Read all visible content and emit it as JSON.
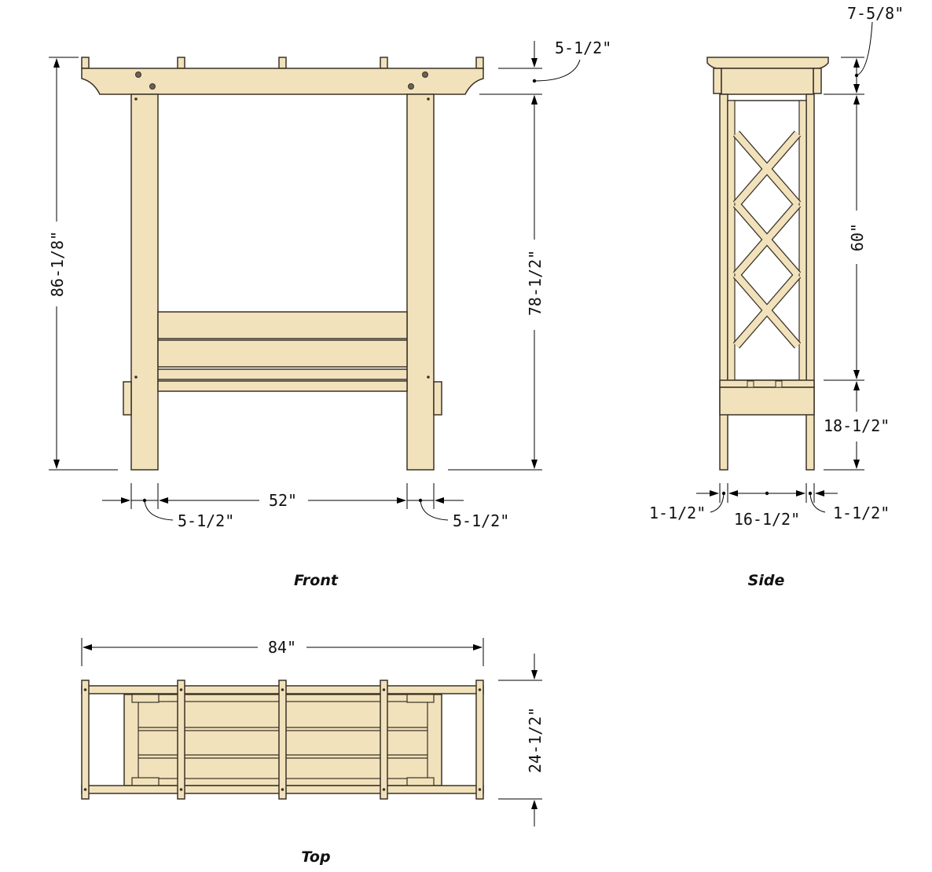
{
  "diagram": {
    "colors": {
      "wood": "#f1e2bc",
      "wood_light": "#f6ecd2",
      "outline": "#3a3327",
      "dimension_line": "#000000"
    },
    "views": {
      "front": {
        "title": "Front",
        "dim_overall_height": "86-1/8\"",
        "dim_post_height": "78-1/2\"",
        "dim_beam_depth": "5-1/2\"",
        "dim_inner_width": "52\"",
        "dim_post_left": "5-1/2\"",
        "dim_post_right": "5-1/2\""
      },
      "side": {
        "title": "Side",
        "dim_beam": "7-5/8\"",
        "dim_lattice_height": "60\"",
        "dim_seat_height": "18-1/2\"",
        "dim_post_left": "1-1/2\"",
        "dim_inner": "16-1/2\"",
        "dim_post_right": "1-1/2\""
      },
      "top": {
        "title": "Top",
        "dim_length": "84\"",
        "dim_depth": "24-1/2\""
      }
    }
  }
}
